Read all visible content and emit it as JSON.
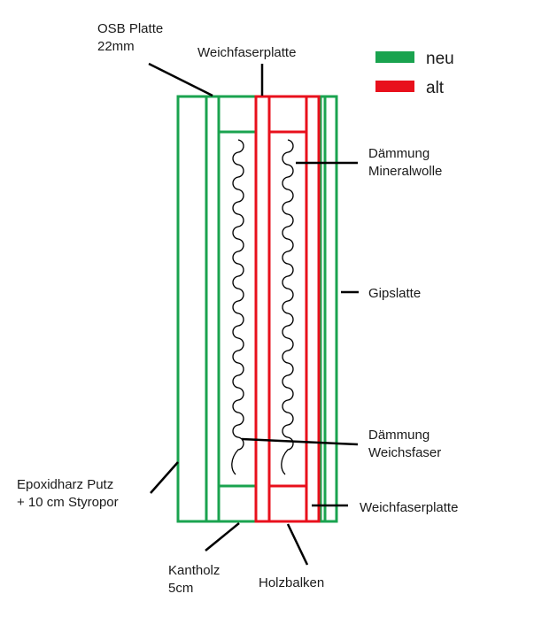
{
  "legend": {
    "new": {
      "label": "neu",
      "color": "#1aa34f"
    },
    "old": {
      "label": "alt",
      "color": "#e8101c"
    }
  },
  "labels": {
    "osb": [
      "OSB Platte",
      "22mm"
    ],
    "weichfaserplatte_top": "Weichfaserplatte",
    "daemmung_mineralwolle": [
      "Dämmung",
      "Mineralwolle"
    ],
    "gipslatte": "Gipslatte",
    "daemmung_weichsfaser": [
      "Dämmung",
      "Weichsfaser"
    ],
    "epoxidharz": [
      "Epoxidharz Putz",
      "+ 10 cm Styropor"
    ],
    "weichfaserplatte_bottom": "Weichfaserplatte",
    "kantholz": [
      "Kantholz",
      "5cm"
    ],
    "holzbalken": "Holzbalken"
  }
}
